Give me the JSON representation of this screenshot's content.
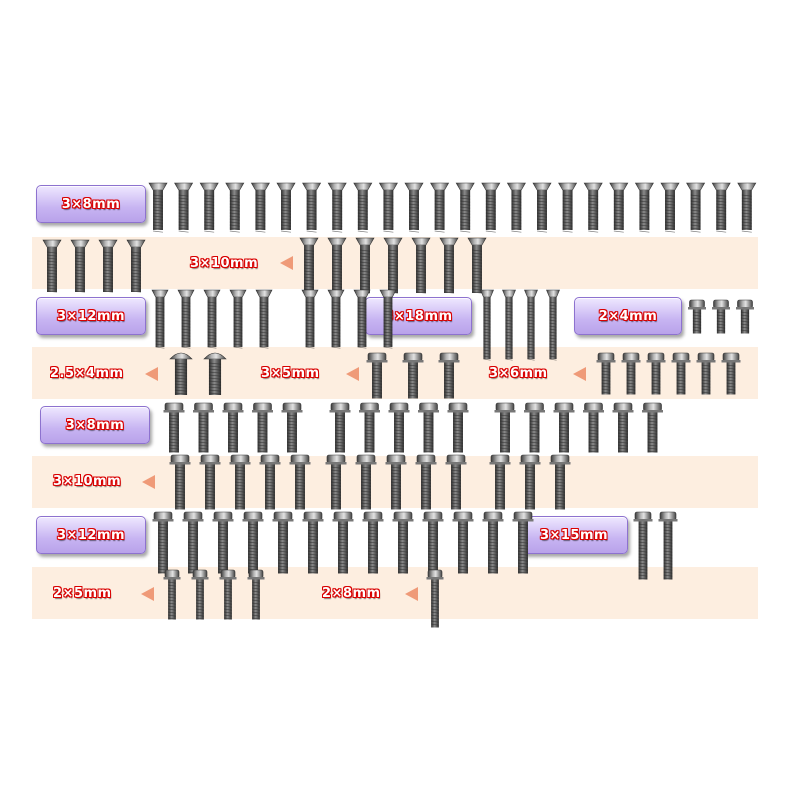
{
  "colors": {
    "band": "#fdeee0",
    "box": "#c7b4f2",
    "label_outline": "#d90000",
    "arrow": "#ef9a78",
    "metal": "#6d6d6d"
  },
  "labels": {
    "r1": "3×8mm",
    "r2": "3×10mm",
    "r3a": "3×12mm",
    "r3b": "3×18mm",
    "r3c": "2×4mm",
    "r4a": "2.5×4mm",
    "r4b": "3×5mm",
    "r4c": "3×6mm",
    "r5": "3×8mm",
    "r6": "3×10mm",
    "r7a": "3×12mm",
    "r7b": "3×15mm",
    "r8a": "2×5mm",
    "r8b": "2×8mm"
  },
  "icons": {
    "countersunk": "countersunk-screw-icon",
    "button_head": "button-head-screw-icon",
    "flanged": "flanged-screw-icon",
    "arrow": "arrow-left-icon"
  },
  "counts": {
    "r1": 24,
    "r2": 11,
    "r3a": 9,
    "r3b": 4,
    "r3c": 3,
    "r4a": 2,
    "r4b": 3,
    "r4c": 6,
    "r5": 16,
    "r6": 13,
    "r7a": 13,
    "r7b": 2,
    "r8a": 4,
    "r8b": 1
  }
}
